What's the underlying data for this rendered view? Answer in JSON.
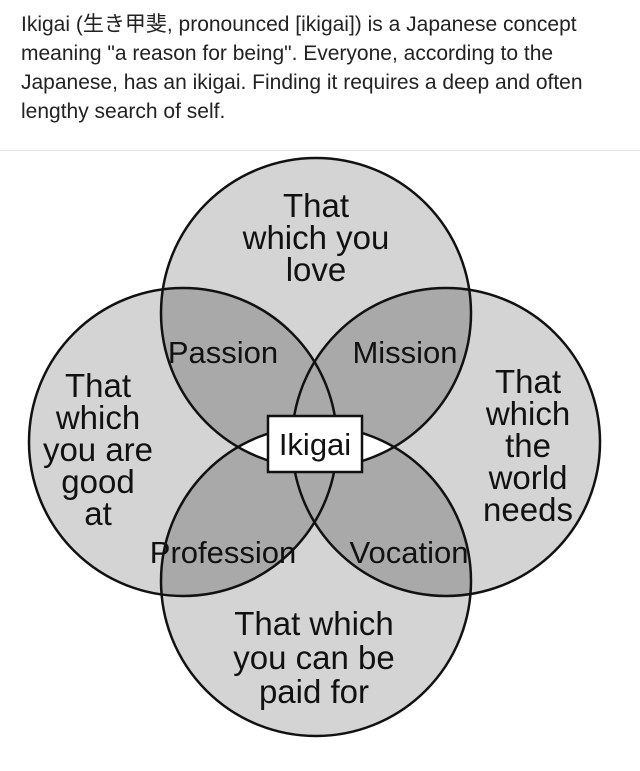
{
  "intro": {
    "text": "Ikigai (生き甲斐, pronounced [ikigai]) is a Japanese concept meaning \"a reason for being\". Everyone, according to the Japanese, has an ikigai. Finding it requires a deep and often lengthy search of self."
  },
  "diagram": {
    "circles": {
      "love": [
        "That",
        "which you",
        "love"
      ],
      "good_at": [
        "That",
        "which",
        "you are",
        "good",
        "at"
      ],
      "world_needs": [
        "That",
        "which",
        "the",
        "world",
        "needs"
      ],
      "paid_for": [
        "That which",
        "you can be",
        "paid for"
      ]
    },
    "overlaps": {
      "passion": "Passion",
      "mission": "Mission",
      "profession": "Profession",
      "vocation": "Vocation"
    },
    "center": "Ikigai",
    "colors": {
      "single_region": "#d4d4d4",
      "double_overlap": "#a9a9a9",
      "center_lens": "#ffffff",
      "stroke": "#111111"
    }
  }
}
